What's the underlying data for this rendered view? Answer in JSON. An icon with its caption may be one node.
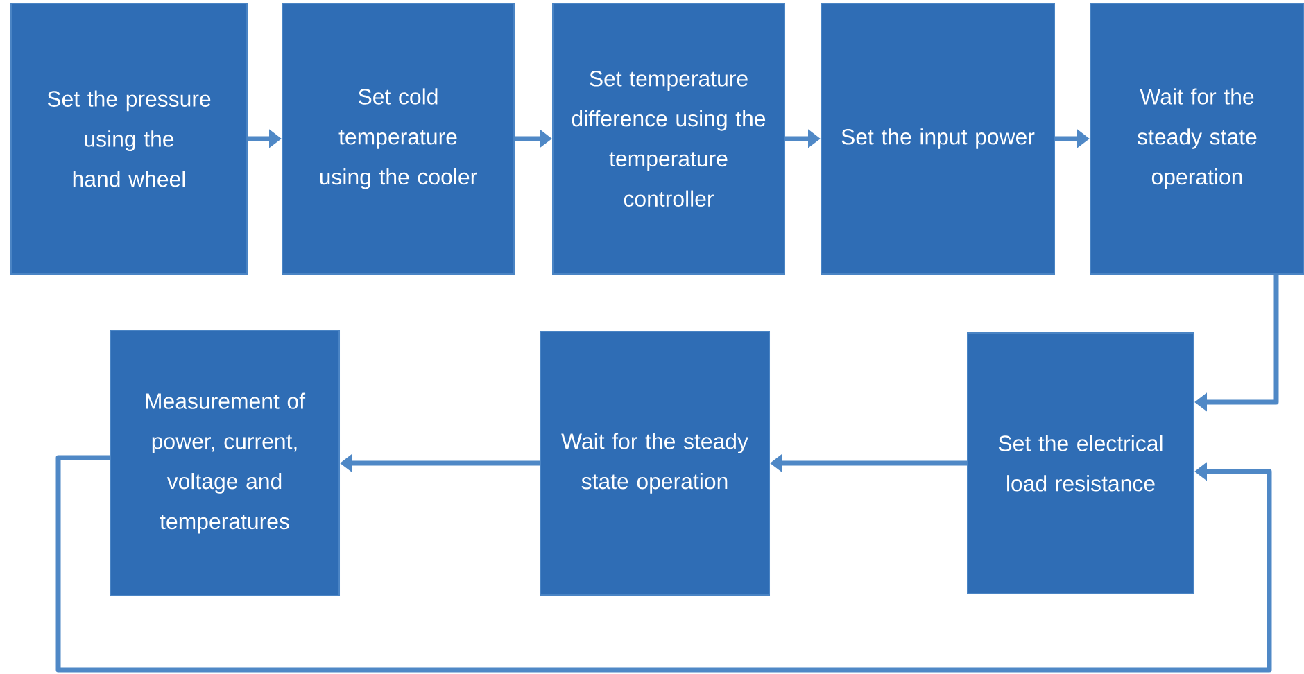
{
  "diagram": {
    "nodes": [
      {
        "text": [
          "Set the pressure using the hand wheel"
        ]
      },
      {
        "text": [
          "Set cold temperature using the cooler"
        ]
      },
      {
        "text": [
          "Set temperature difference using the temperature controller"
        ]
      },
      {
        "text": [
          "Set the input power"
        ]
      },
      {
        "text": [
          "Wait for the steady state operation"
        ]
      },
      {
        "text": [
          "Set the electrical load resistance"
        ]
      },
      {
        "text": [
          "Wait for the steady state operation"
        ]
      },
      {
        "text": [
          "Measurement of power, current, voltage and temperatures"
        ]
      }
    ],
    "edges": [
      {
        "from": 0,
        "to": 1,
        "arrow": "to"
      },
      {
        "from": 1,
        "to": 2,
        "arrow": "to"
      },
      {
        "from": 2,
        "to": 3,
        "arrow": "to"
      },
      {
        "from": 3,
        "to": 4,
        "arrow": "to"
      },
      {
        "from": 4,
        "to": 5,
        "arrow": "to"
      },
      {
        "from": 5,
        "to": 6,
        "arrow": "to"
      },
      {
        "from": 6,
        "to": 7,
        "arrow": "to"
      },
      {
        "from": 7,
        "to": 5,
        "arrow": "to"
      }
    ]
  }
}
